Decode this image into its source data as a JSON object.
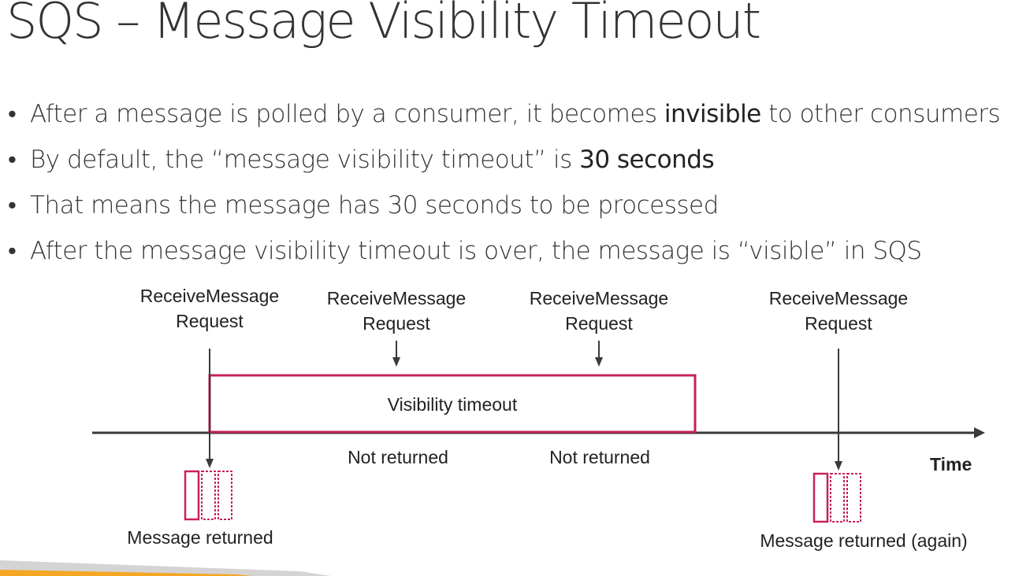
{
  "title": "SQS – Message Visibility Timeout",
  "bullets": [
    {
      "pre": "After a message is polled by a consumer, it becomes ",
      "strong": "invisible",
      "post": " to other consumers"
    },
    {
      "pre": "By default, the “message visibility timeout” is ",
      "strong": "30 seconds",
      "post": ""
    },
    {
      "pre": "That means the message has 30 seconds to be processed",
      "strong": "",
      "post": ""
    },
    {
      "pre": "After the message visibility timeout is over, the message is “visible” in SQS",
      "strong": "",
      "post": ""
    }
  ],
  "diagram": {
    "requests": [
      {
        "line1": "ReceiveMessage",
        "line2": "Request"
      },
      {
        "line1": "ReceiveMessage",
        "line2": "Request"
      },
      {
        "line1": "ReceiveMessage",
        "line2": "Request"
      },
      {
        "line1": "ReceiveMessage",
        "line2": "Request"
      }
    ],
    "timeout_label": "Visibility timeout",
    "not_returned": [
      "Not returned",
      "Not returned"
    ],
    "message_returned": "Message returned",
    "message_returned_again": "Message returned (again)",
    "axis_label": "Time",
    "colors": {
      "accent": "#C7215D",
      "axis": "#3a3a3a",
      "orange": "#F5A623",
      "grey": "#cfcfcf"
    }
  }
}
